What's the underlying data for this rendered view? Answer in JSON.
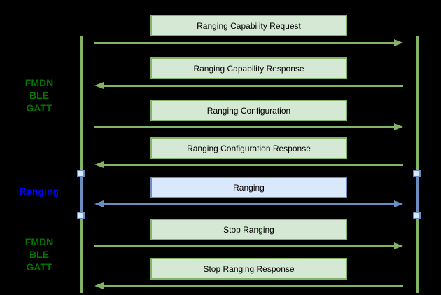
{
  "lanes": [
    {
      "label": "FMDN\nBLE\nGATT",
      "color": "#007700"
    },
    {
      "label": "Ranging",
      "color": "#0000ff"
    },
    {
      "label": "FMDN\nBLE\nGATT",
      "color": "#007700"
    }
  ],
  "messages": [
    {
      "label": "Ranging Capability Request",
      "direction": "right",
      "style": "green"
    },
    {
      "label": "Ranging Capability Response",
      "direction": "left",
      "style": "green"
    },
    {
      "label": "Ranging Configuration",
      "direction": "right",
      "style": "green"
    },
    {
      "label": "Ranging Configuration Response",
      "direction": "left",
      "style": "green"
    },
    {
      "label": "Ranging",
      "direction": "both",
      "style": "blue"
    },
    {
      "label": "Stop Ranging",
      "direction": "right",
      "style": "green"
    },
    {
      "label": "Stop Ranging Response",
      "direction": "left",
      "style": "green"
    }
  ],
  "colors": {
    "background": "#000000",
    "green_fill": "#d5e8d4",
    "green_stroke": "#82b366",
    "blue_fill": "#dae8fc",
    "blue_stroke": "#6c8ebf",
    "lane_green_text": "#007700",
    "lane_blue_text": "#0000ff",
    "box_text": "#000000"
  }
}
